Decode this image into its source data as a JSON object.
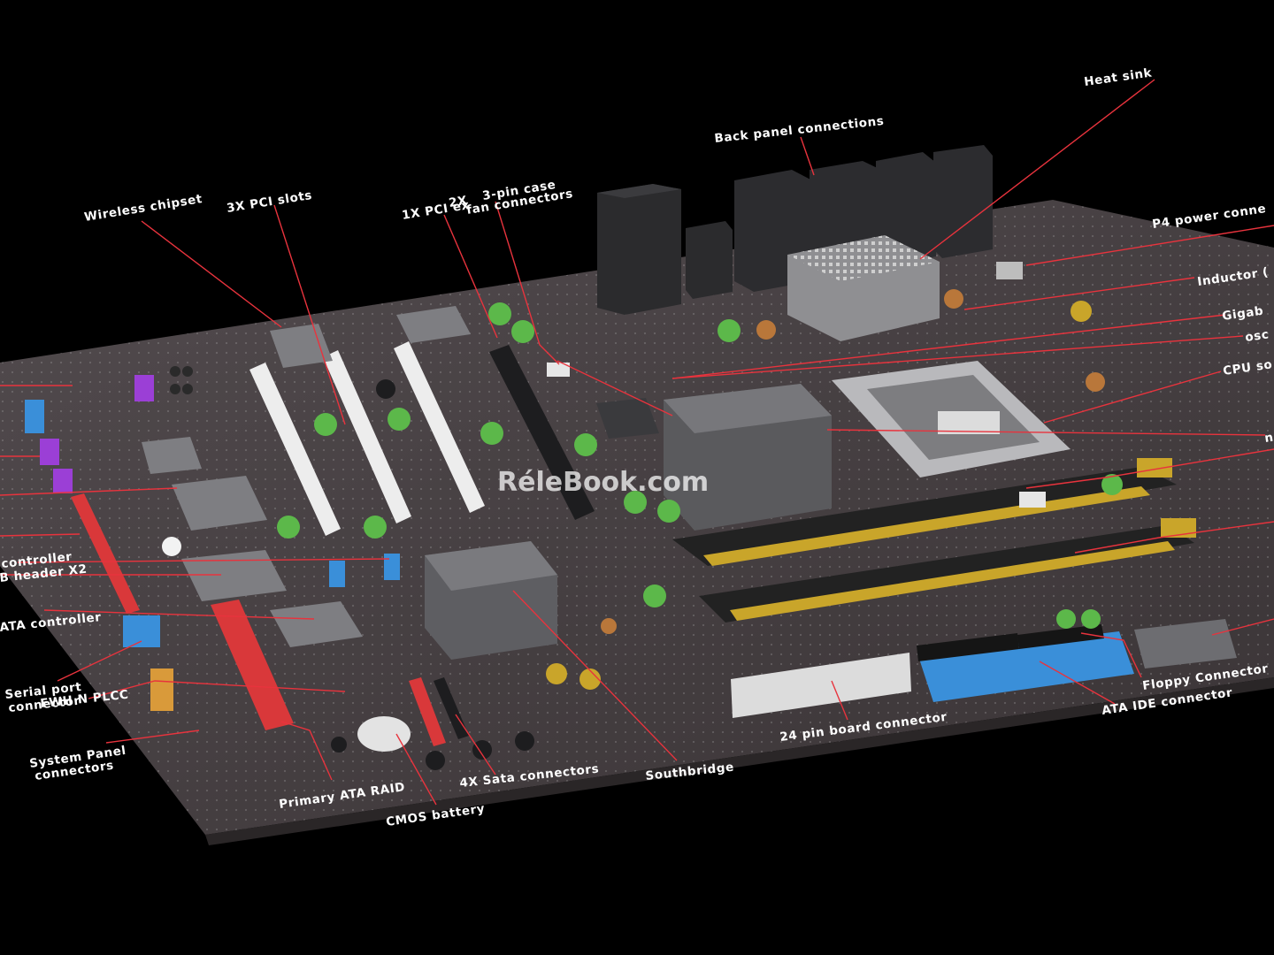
{
  "watermark": "RéleBook.com",
  "colors": {
    "background": "#000000",
    "board": "#4a4446",
    "leader": "#e8333d",
    "label": "#ffffff",
    "slot_white": "#e9e9e9",
    "ram_gold": "#c9a52a",
    "ide_blue": "#3a8fd9",
    "cap_green": "#5cb84a",
    "header_red": "#d9383a",
    "header_purple": "#9b3fd6"
  },
  "labels": [
    {
      "id": "heat-sink",
      "text": "Heat sink"
    },
    {
      "id": "back-panel",
      "text": "Back panel connections"
    },
    {
      "id": "p4-power",
      "text": "P4 power conne"
    },
    {
      "id": "inductor",
      "text": "Inductor ("
    },
    {
      "id": "gigabit",
      "text": "Gigab"
    },
    {
      "id": "oscillator",
      "text": "osc"
    },
    {
      "id": "cpu-socket",
      "text": "CPU so"
    },
    {
      "id": "right-n",
      "text": "n"
    },
    {
      "id": "wireless",
      "text": "Wireless chipset"
    },
    {
      "id": "pci-slots",
      "text": "3X PCI slots"
    },
    {
      "id": "pcie",
      "text": "1X PCI ex"
    },
    {
      "id": "fan-2x",
      "text": "2X"
    },
    {
      "id": "fan-case",
      "text": "3-pin case"
    },
    {
      "id": "fan-conn",
      "text": "fan connectors"
    },
    {
      "id": "controller",
      "text": "controller"
    },
    {
      "id": "usb-header",
      "text": "B header X2"
    },
    {
      "id": "ata-controller",
      "text": "ATA controller"
    },
    {
      "id": "serial-1",
      "text": "Serial port"
    },
    {
      "id": "serial-2",
      "text": "connector"
    },
    {
      "id": "plcc",
      "text": "FWH N PLCC"
    },
    {
      "id": "system-panel-1",
      "text": "System Panel"
    },
    {
      "id": "system-panel-2",
      "text": "connectors"
    },
    {
      "id": "primary-ata",
      "text": "Primary ATA RAID"
    },
    {
      "id": "cmos",
      "text": "CMOS battery"
    },
    {
      "id": "sata",
      "text": "4X Sata connectors"
    },
    {
      "id": "southbridge",
      "text": "Southbridge"
    },
    {
      "id": "board-24pin",
      "text": "24 pin board connector"
    },
    {
      "id": "floppy",
      "text": "Floppy Connector"
    },
    {
      "id": "ata-ide",
      "text": "ATA IDE connector"
    }
  ]
}
